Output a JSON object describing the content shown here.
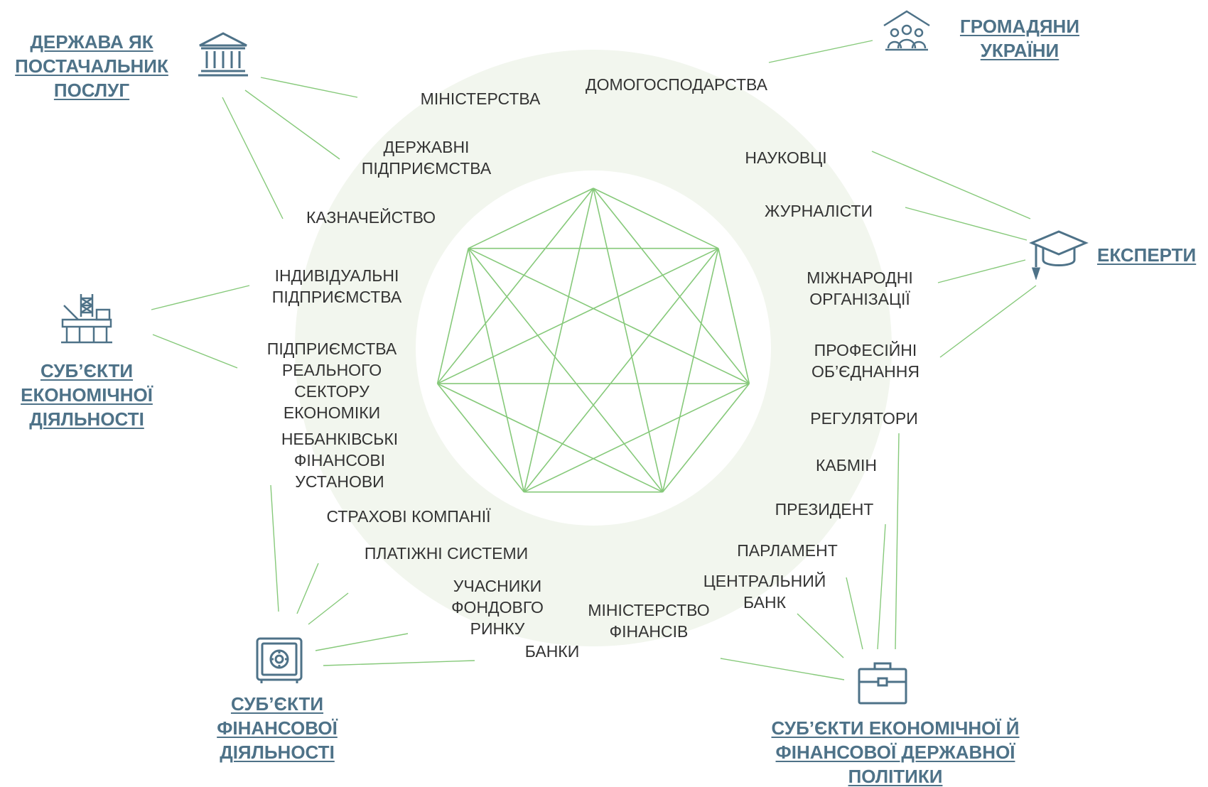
{
  "colors": {
    "ring": "#f2f6ee",
    "inner_fill": "#ffffff",
    "line": "#86c97a",
    "category_text": "#4e7288",
    "node_text": "#333333",
    "icon": "#4e7288"
  },
  "categories": {
    "state": {
      "label": "ДЕРЖАВА ЯК\nПОСТАЧАЛЬНИК\nПОСЛУГ",
      "icon": "government-building-icon"
    },
    "citizens": {
      "label": "ГРОМАДЯНИ\nУКРАЇНИ",
      "icon": "people-house-icon"
    },
    "experts": {
      "label": "ЕКСПЕРТИ",
      "icon": "graduation-cap-icon"
    },
    "economic": {
      "label": "СУБ’ЄКТИ\nЕКОНОМІЧНОЇ\nДІЯЛЬНОСТІ",
      "icon": "industrial-plant-icon"
    },
    "financial": {
      "label": "СУБ’ЄКТИ\nФІНАНСОВОЇ\nДІЯЛЬНОСТІ",
      "icon": "safe-icon"
    },
    "policy": {
      "label": "СУБ’ЄКТИ ЕКОНОМІЧНОЇ Й\nФІНАНСОВОЇ ДЕРЖАВНОЇ\nПОЛІТИКИ",
      "icon": "briefcase-icon"
    }
  },
  "nodes": {
    "ministries": "МІНІСТЕРСТВА",
    "households": "ДОМОГОСПОДАРСТВА",
    "state_enterprises": "ДЕРЖАВНІ\nПІДПРИЄМСТВА",
    "scientists": "НАУКОВЦІ",
    "treasury": "КАЗНАЧЕЙСТВО",
    "journalists": "ЖУРНАЛІСТИ",
    "individual_enterprises": "ІНДИВІДУАЛЬНІ\nПІДПРИЄМСТВА",
    "intl_orgs": "МІЖНАРОДНІ\nОРГАНІЗАЦІЇ",
    "real_sector": "ПІДПРИЄМСТВА\nРЕАЛЬНОГО\nСЕКТОРУ\nЕКОНОМІКИ",
    "prof_associations": "ПРОФЕСІЙНІ\nОБ’ЄДНАННЯ",
    "regulators": "РЕГУЛЯТОРИ",
    "nonbank": "НЕБАНКІВСЬКІ\nФІНАНСОВІ\nУСТАНОВИ",
    "cabinet": "КАБМІН",
    "insurance": "СТРАХОВІ КОМПАНІЇ",
    "president": "ПРЕЗИДЕНТ",
    "payment_systems": "ПЛАТІЖНІ СИСТЕМИ",
    "parliament": "ПАРЛАМЕНТ",
    "stock_market": "УЧАСНИКИ\nФОНДОВГО\nРИНКУ",
    "central_bank": "ЦЕНТРАЛЬНИЙ\nБАНК",
    "finance_ministry": "МІНІСТЕРСТВО\nФІНАНСІВ",
    "banks": "БАНКИ"
  }
}
